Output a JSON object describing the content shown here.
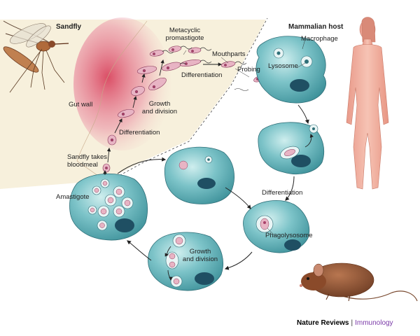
{
  "labels": {
    "sandfly": "Sandfly",
    "mammalian_host": "Mammalian host",
    "metacyclic_promastigote_1": "Metacyclic",
    "metacyclic_promastigote_2": "promastigote",
    "mouthparts": "Mouthparts",
    "probing": "Probing",
    "differentiation_top": "Differentiation",
    "gut_wall": "Gut wall",
    "growth_division_top_1": "Growth",
    "growth_division_top_2": "and division",
    "differentiation_mid": "Differentiation",
    "sandfly_takes_1": "Sandfly takes",
    "sandfly_takes_2": "bloodmeal",
    "amastigote": "Amastigote",
    "macrophage": "Macrophage",
    "lysosome": "Lysosome",
    "differentiation_right": "Differentiation",
    "phagolysosome": "Phagolysosome",
    "growth_division_bottom_1": "Growth",
    "growth_division_bottom_2": "and division"
  },
  "footer": {
    "brand": "Nature Reviews",
    "separator": "|",
    "section": "Immunology"
  },
  "colors": {
    "cell_fill": "#5fb2b8",
    "cell_light": "#cfe9ea",
    "nucleus": "#1f4f63",
    "parasite": "#e8b4c4",
    "parasite_dark": "#a8426a",
    "gut_wall": "#d9455f",
    "human": "#f1b6a6",
    "mouse": "#9a5a3a",
    "sandfly_region": "#f7f0dc"
  }
}
